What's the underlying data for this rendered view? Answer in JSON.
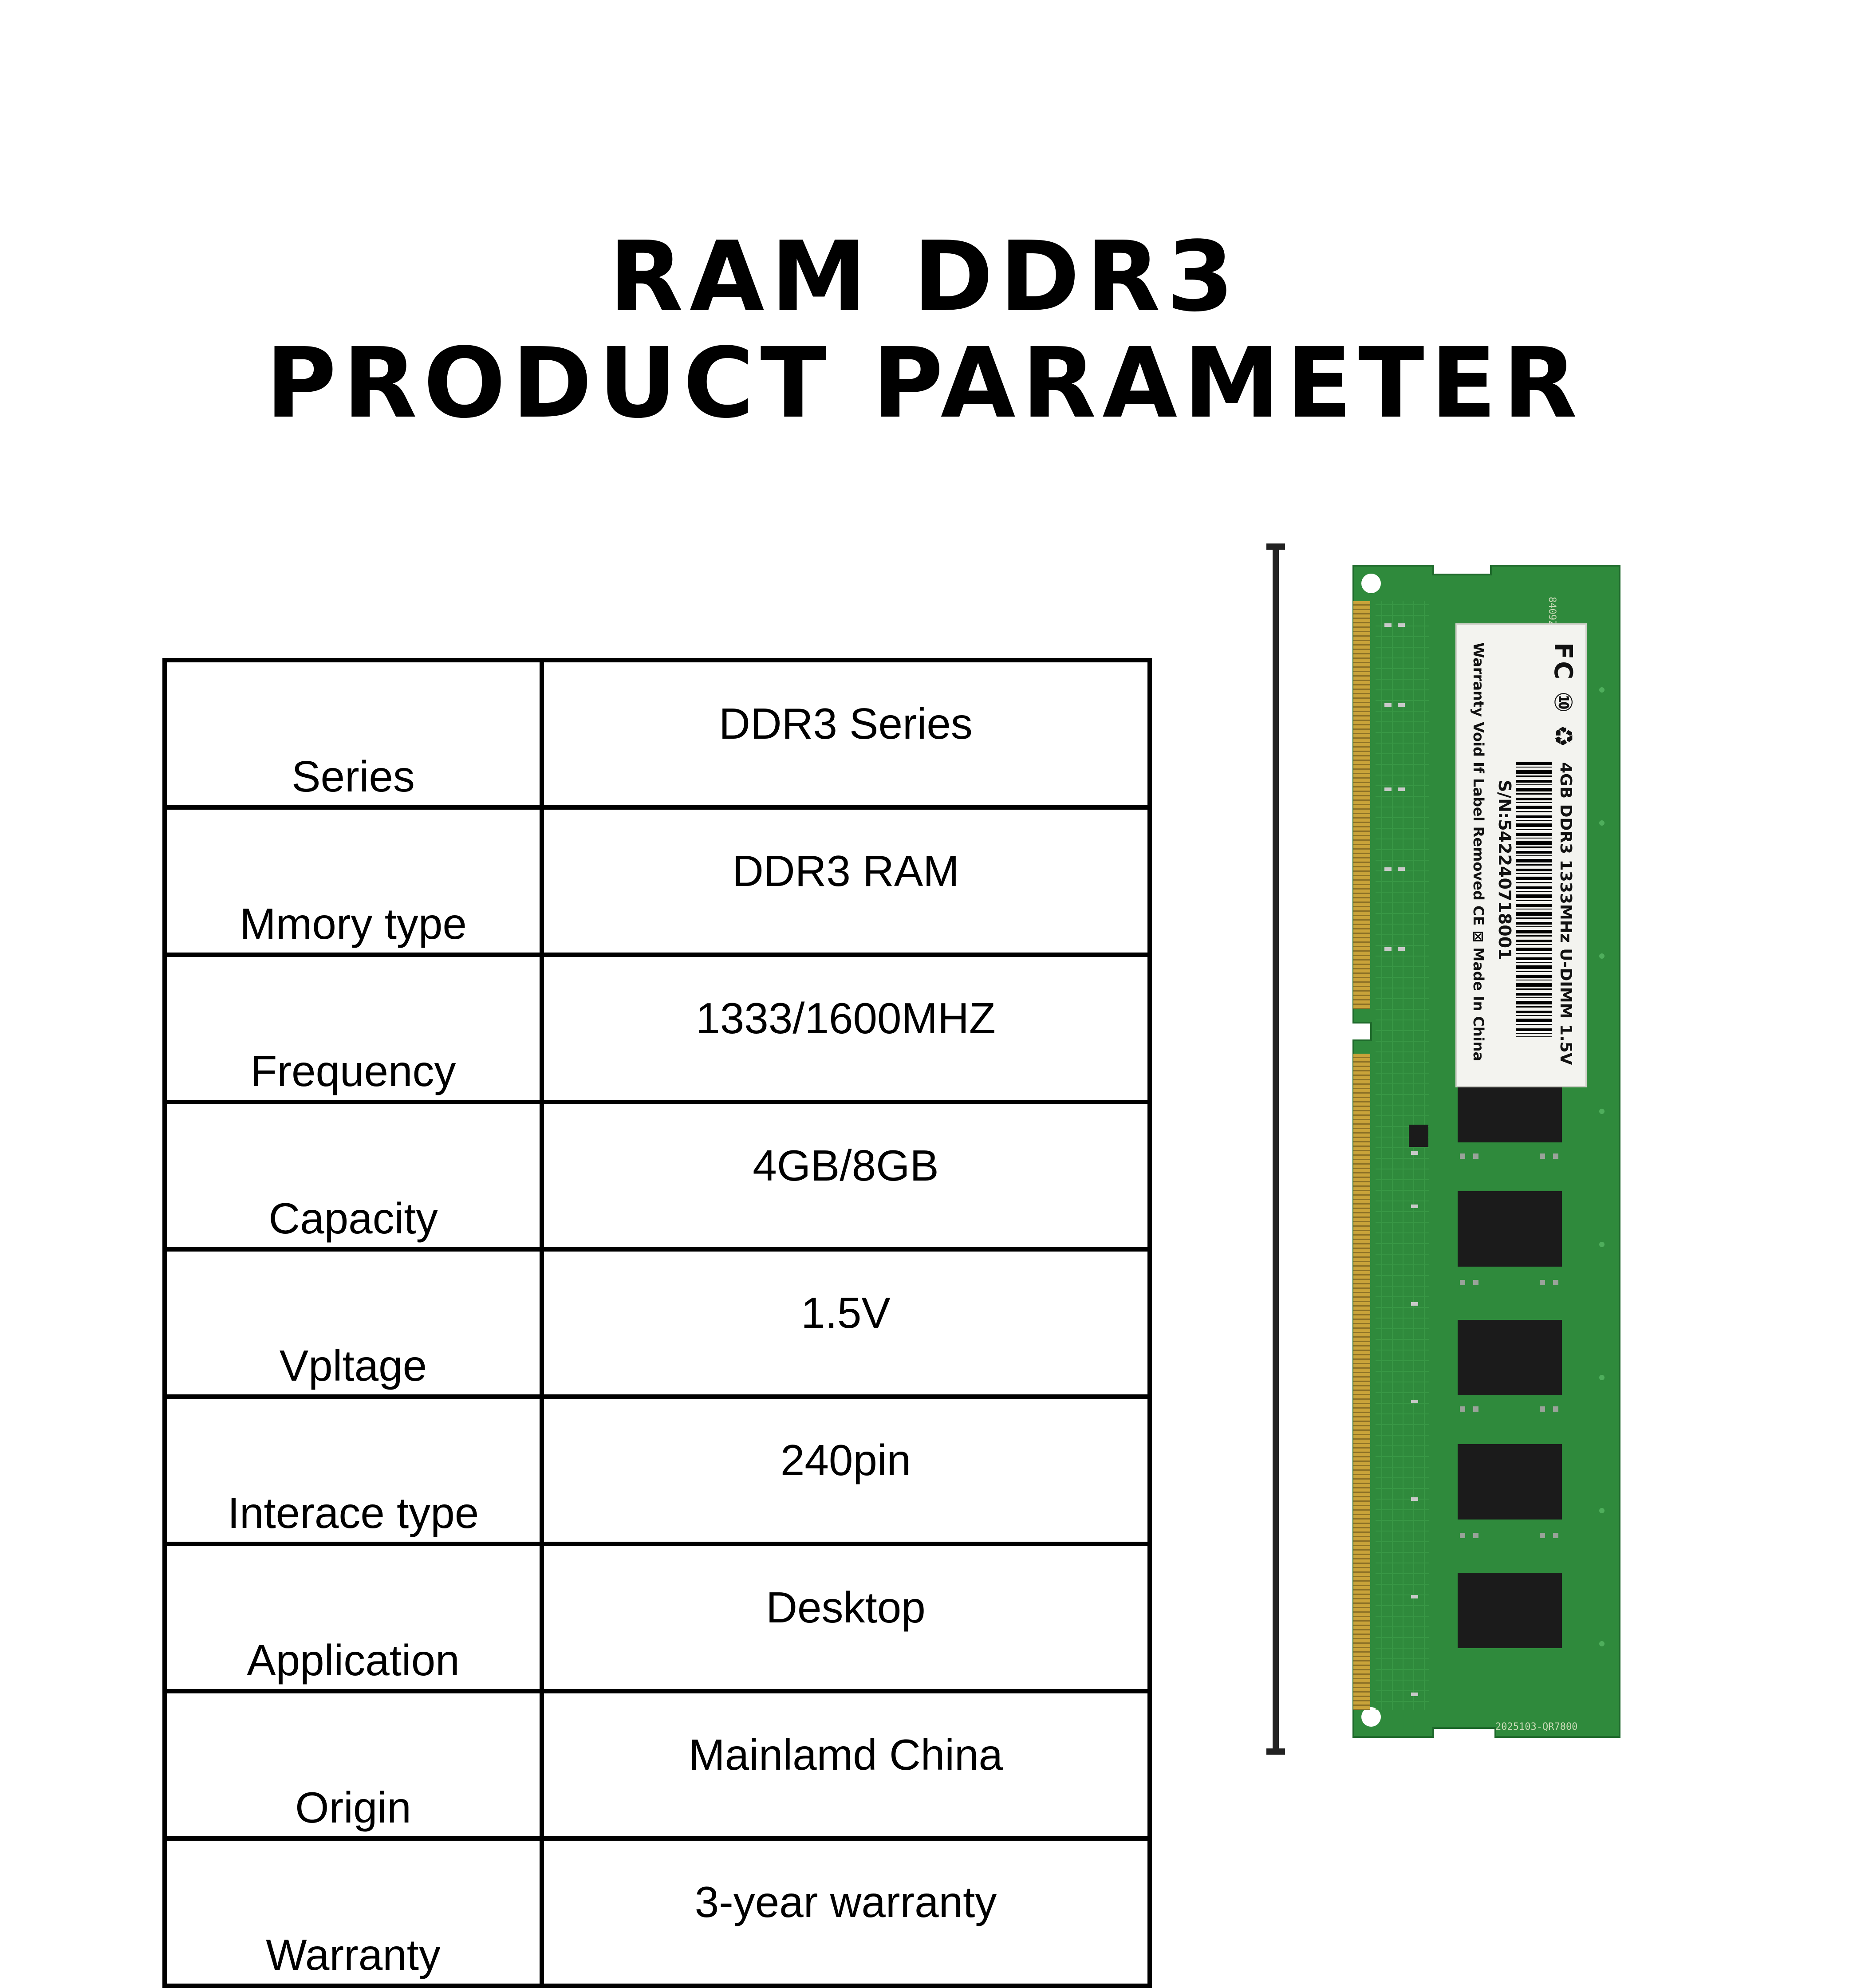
{
  "header": {
    "title_line1": "RAM DDR3",
    "title_line2": "PRODUCT PARAMETER"
  },
  "parameters": [
    {
      "label": "Series",
      "value": "DDR3  Series"
    },
    {
      "label": "Mmory type",
      "value": "DDR3 RAM"
    },
    {
      "label": "Frequency",
      "value": "1333/1600MHZ"
    },
    {
      "label": "Capacity",
      "value": "4GB/8GB"
    },
    {
      "label": "Vpltage",
      "value": "1.5V"
    },
    {
      "label": "Interace type",
      "value": "240pin"
    },
    {
      "label": "Application",
      "value": "Desktop"
    },
    {
      "label": "Origin",
      "value": "Mainlamd China"
    },
    {
      "label": "Warranty",
      "value": "3-year warranty"
    }
  ],
  "module": {
    "sticker_logos": "FC ⑩ ♻",
    "sticker_spec": "4GB DDR3  1333MHz U-DIMM 1.5V",
    "sticker_sn": "S/N:542240718001",
    "sticker_warranty": "Warranty Void If Label Removed CE ⊠ Made In China",
    "pcb_code_top": "8409ZVG",
    "pcb_code_bottom": "2025103-QR7800"
  },
  "colors": {
    "pcb_green": "#2f8a3c",
    "pcb_dark": "#1f6a2c",
    "gold_contacts": "#c9a33a",
    "chip_black": "#1b1b1b"
  }
}
